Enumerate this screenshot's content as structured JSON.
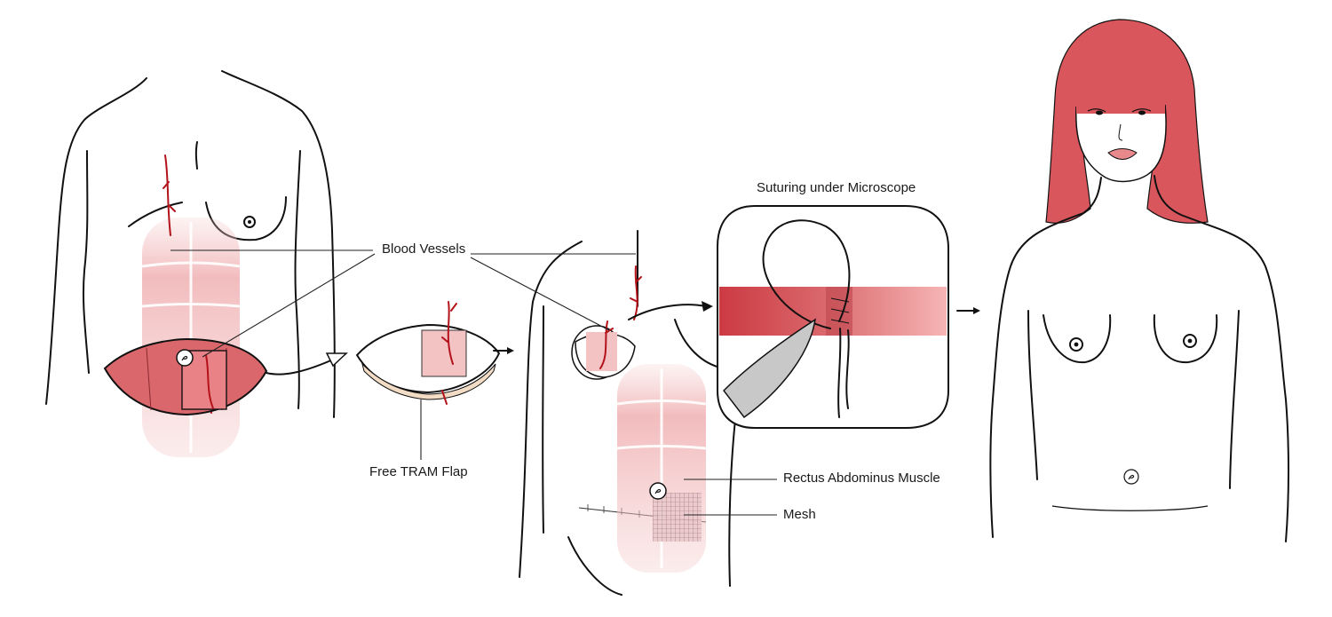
{
  "labels": {
    "blood_vessels": "Blood Vessels",
    "free_tram_flap": "Free TRAM Flap",
    "suturing": "Suturing under Microscope",
    "rectus": "Rectus Abdominus Muscle",
    "mesh": "Mesh"
  },
  "colors": {
    "muscle": "#d9676b",
    "muscle_light": "#f3c2c3",
    "vessel": "#b3121a",
    "hair": "#d9575c",
    "fat": "#f2dcc6"
  }
}
